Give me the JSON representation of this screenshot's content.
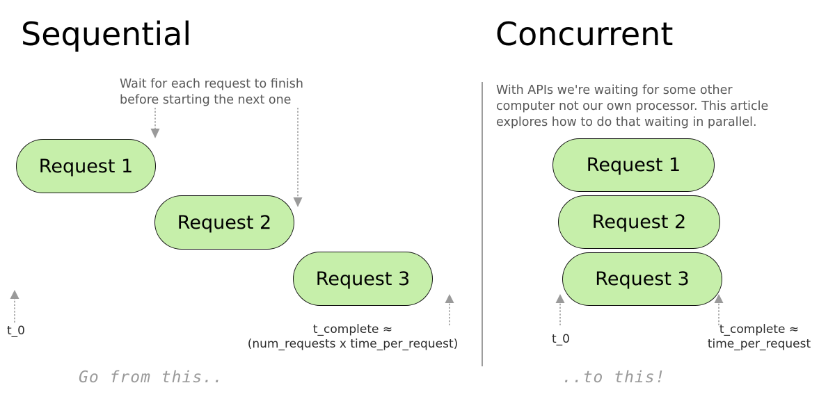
{
  "diagram": {
    "background_color": "#ffffff",
    "box_fill_color": "#c6efaa",
    "box_stroke_color": "#111111",
    "annotation_color": "#585858",
    "caption_color": "#9a9a9a",
    "divider_color": "#9d9d9d"
  },
  "left_panel": {
    "title": "Sequential",
    "annotation": "Wait for each request to finish\nbefore starting the next one",
    "boxes": [
      {
        "label": "Request 1"
      },
      {
        "label": "Request 2"
      },
      {
        "label": "Request 3"
      }
    ],
    "start_marker_label": "t_0",
    "end_marker_label": "t_complete ≈\n(num_requests x time_per_request)",
    "caption": "Go from this.."
  },
  "right_panel": {
    "title": "Concurrent",
    "annotation": "With APIs we're waiting for some other\ncomputer not our own processor. This article\nexplores how to do that waiting in parallel.",
    "boxes": [
      {
        "label": "Request 1"
      },
      {
        "label": "Request 2"
      },
      {
        "label": "Request 3"
      }
    ],
    "start_marker_label": "t_0",
    "end_marker_label": "t_complete ≈\ntime_per_request",
    "caption": "..to this!"
  }
}
